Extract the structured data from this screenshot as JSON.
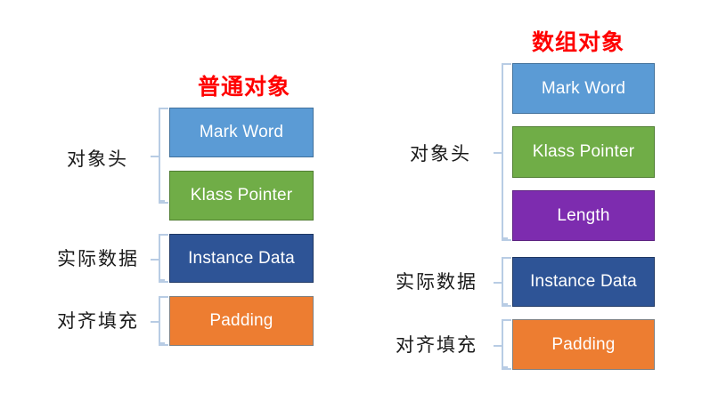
{
  "diagrams": [
    {
      "id": "plain-object",
      "title": "普通对象",
      "groups": [
        {
          "label": "对象头",
          "boxes": [
            {
              "text": "Mark Word",
              "color": "#5B9BD5"
            },
            {
              "text": "Klass Pointer",
              "color": "#70AD47"
            }
          ]
        },
        {
          "label": "实际数据",
          "boxes": [
            {
              "text": "Instance Data",
              "color": "#2E5496"
            }
          ]
        },
        {
          "label": "对齐填充",
          "boxes": [
            {
              "text": "Padding",
              "color": "#ED7D31"
            }
          ]
        }
      ]
    },
    {
      "id": "array-object",
      "title": "数组对象",
      "groups": [
        {
          "label": "对象头",
          "boxes": [
            {
              "text": "Mark Word",
              "color": "#5B9BD5"
            },
            {
              "text": "Klass Pointer",
              "color": "#70AD47"
            },
            {
              "text": "Length",
              "color": "#7D2CAF"
            }
          ]
        },
        {
          "label": "实际数据",
          "boxes": [
            {
              "text": "Instance Data",
              "color": "#2E5496"
            }
          ]
        },
        {
          "label": "对齐填充",
          "boxes": [
            {
              "text": "Padding",
              "color": "#ED7D31"
            }
          ]
        }
      ]
    }
  ],
  "colors": {
    "title": "#FF0000",
    "bracket": "#B8CCE4",
    "background": "#FFFFFF",
    "label_text": "#1A1A1A",
    "box_text": "#FFFFFF"
  }
}
